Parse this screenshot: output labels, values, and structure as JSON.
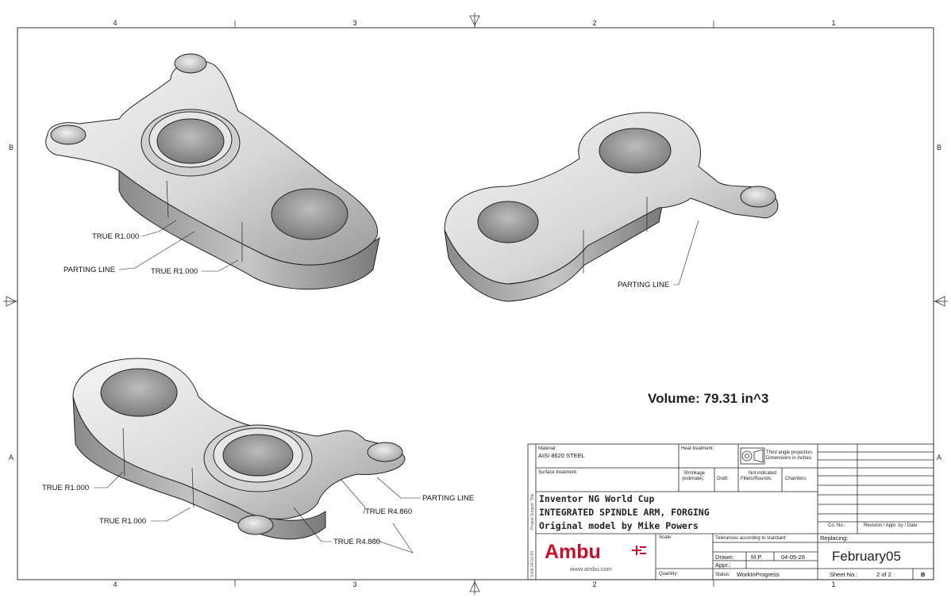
{
  "zones": {
    "columns": [
      "4",
      "3",
      "2",
      "1"
    ],
    "rows": [
      "B",
      "A"
    ]
  },
  "callouts": {
    "view1": {
      "true_r1_a": "TRUE R1.000",
      "parting_line": "PARTING LINE",
      "true_r1_b": "TRUE R1.000"
    },
    "view2": {
      "parting_line": "PARTING LINE"
    },
    "view3": {
      "true_r1_a": "TRUE R1.000",
      "true_r1_b": "TRUE R1.000",
      "true_r4860_a": "TRUE R4.860",
      "true_r4860_b": "TRUE R4.860",
      "parting_line": "PARTING LINE"
    }
  },
  "volume": "Volume: 79.31 in^3",
  "title_block": {
    "material_label": "Material:",
    "material_value": "AISI 8620 STEEL",
    "heat_treatment_label": "Heat treatment:",
    "projection_note_1": "Third angle projection.",
    "projection_note_2": "Dimensions in inches.",
    "surface_label": "Surface treatment:",
    "shrinkage_label_1": "Shrinkage",
    "shrinkage_label_2": "(estimate):",
    "draft_label": "Draft:",
    "not_indicated": "Not indicated",
    "fillets_label": "Fillets/Rounds:",
    "chamfers_label": "Chamfers:",
    "title_1": "Inventor NG World Cup",
    "title_2": "INTEGRATED SPINDLE ARM, FORGING",
    "title_3": "Original model by Mike Powers",
    "logo": "Ambu",
    "website": "www.ambu.com",
    "scale_label": "Scale:",
    "quantity_label": "Quantity:",
    "tolerance_label": "Tolerances according to standard:",
    "drawn_label": "Drawn:",
    "drawn_by": "M.P.",
    "drawn_date": "04-05-26",
    "appr_label": "Appr.:",
    "status_label": "Status:",
    "status_value": "WorkInProgress",
    "co_no_label": "Co. No.:",
    "revision_label": "Revision / Appr. by / Date:",
    "replacing_label": "Replacing:",
    "drawing_number": "February05",
    "sheet_label": "Sheet No.:",
    "sheet_value": "2  of  2",
    "size": "B",
    "side_text_1": "Project Subject: Title",
    "side_text_2": "Sx08-04-02-04"
  }
}
